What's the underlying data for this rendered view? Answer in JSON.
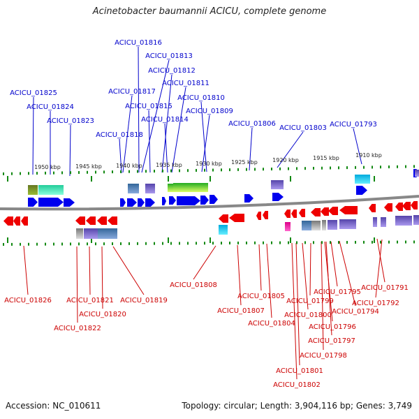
{
  "title": "Acinetobacter baumannii ACICU, complete genome",
  "footer": {
    "accession": "Accession: NC_010611",
    "summary": "Topology: circular; Length: 3,904,116 bp; Genes: 3,749"
  },
  "colors": {
    "forward": "#0000ee",
    "reverse": "#ee0000",
    "backbone": "#888888",
    "tick": "#118811",
    "label_top": "#0000cc",
    "label_bottom": "#cc0000"
  },
  "scale_labels": [
    "1950 kbp",
    "1945 kbp",
    "1940 kbp",
    "1935 kbp",
    "1930 kbp",
    "1925 kbp",
    "1920 kbp",
    "1915 kbp",
    "1910 kbp"
  ],
  "genes_top": [
    "ACICU_01816",
    "ACICU_01813",
    "ACICU_01812",
    "ACICU_01811",
    "ACICU_01817",
    "ACICU_01810",
    "ACICU_01825",
    "ACICU_01824",
    "ACICU_01815",
    "ACICU_01809",
    "ACICU_01823",
    "ACICU_01814",
    "ACICU_01806",
    "ACICU_01793",
    "ACICU_01803",
    "ACICU_01818"
  ],
  "genes_bottom": [
    "ACICU_01808",
    "ACICU_01795",
    "ACICU_01791",
    "ACICU_01805",
    "ACICU_01826",
    "ACICU_01821",
    "ACICU_01819",
    "ACICU_01799",
    "ACICU_01792",
    "ACICU_01807",
    "ACICU_01794",
    "ACICU_01820",
    "ACICU_01800",
    "ACICU_01804",
    "ACICU_01796",
    "ACICU_01822",
    "ACICU_01797",
    "ACICU_01798",
    "ACICU_01801",
    "ACICU_01802"
  ]
}
